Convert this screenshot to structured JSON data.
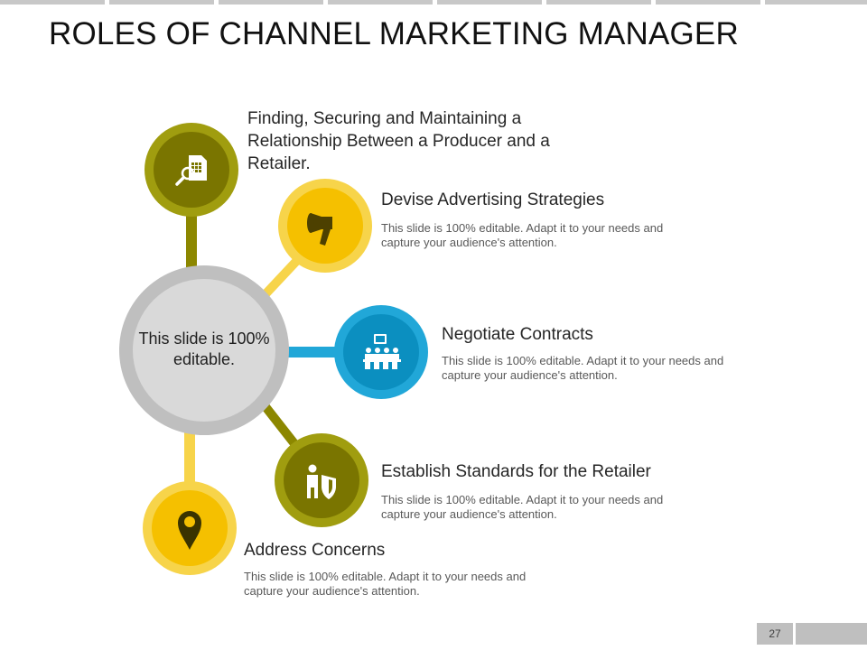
{
  "slide": {
    "title": "ROLES OF CHANNEL MARKETING MANAGER",
    "center_text": "This slide is 100% editable.",
    "page_number": "27"
  },
  "colors": {
    "olive_dark": "#7a7500",
    "olive_ring": "#a09d0f",
    "yellow": "#f5c000",
    "yellow_ring": "#f7d44a",
    "blue": "#0b8fc0",
    "blue_ring": "#21a7d8",
    "gray": "#d9d9d9",
    "gray_ring": "#bfbfbf"
  },
  "items": [
    {
      "icon": "search-document-icon",
      "title": "Finding, Securing and Maintaining a Relationship Between a Producer and a Retailer.",
      "description": ""
    },
    {
      "icon": "megaphone-icon",
      "title": "Devise Advertising Strategies",
      "description": "This slide is 100% editable. Adapt it to your needs and capture your audience's attention."
    },
    {
      "icon": "meeting-icon",
      "title": "Negotiate Contracts",
      "description": "This slide is 100% editable. Adapt it to your needs and capture your audience's attention."
    },
    {
      "icon": "person-shield-icon",
      "title": "Establish Standards for the Retailer",
      "description": "This slide is 100% editable. Adapt it to your needs and capture your audience's attention."
    },
    {
      "icon": "location-pin-icon",
      "title": "Address Concerns",
      "description": "This slide is 100% editable. Adapt it to your needs and capture your audience's attention."
    }
  ]
}
